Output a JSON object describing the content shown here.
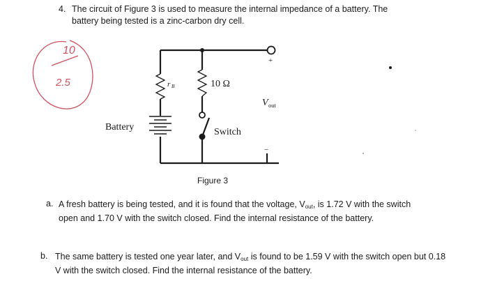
{
  "problem": {
    "number": "4.",
    "intro": "The circuit of Figure 3 is used to measure the internal impedance of a battery. The battery being tested is a zinc-carbon dry cell.",
    "figure_caption": "Figure 3"
  },
  "circuit": {
    "battery_label": "Battery",
    "internal_resistance_label": "r",
    "internal_resistance_subscript": "B",
    "resistor_label": "10 Ω",
    "switch_label": "Switch",
    "vout_label": "V",
    "vout_subscript": "out",
    "plus_sign": "+",
    "minus_sign": "−"
  },
  "handwriting": {
    "top": "10",
    "bottom": "2.5",
    "ink_color": "#d05060"
  },
  "parts": [
    {
      "letter": "a.",
      "pre": "A fresh battery is being tested, and it is found that the voltage, V",
      "sub": "out",
      "post": ", is 1.72 V with the switch open and 1.70 V with the switch closed. Find the internal resistance of the battery."
    },
    {
      "letter": "b.",
      "pre": "The same battery is tested one year later, and V",
      "sub": "out",
      "post": " is found to be 1.59 V with the switch open but 0.18 V with the switch closed. Find the internal resistance of the battery."
    }
  ]
}
